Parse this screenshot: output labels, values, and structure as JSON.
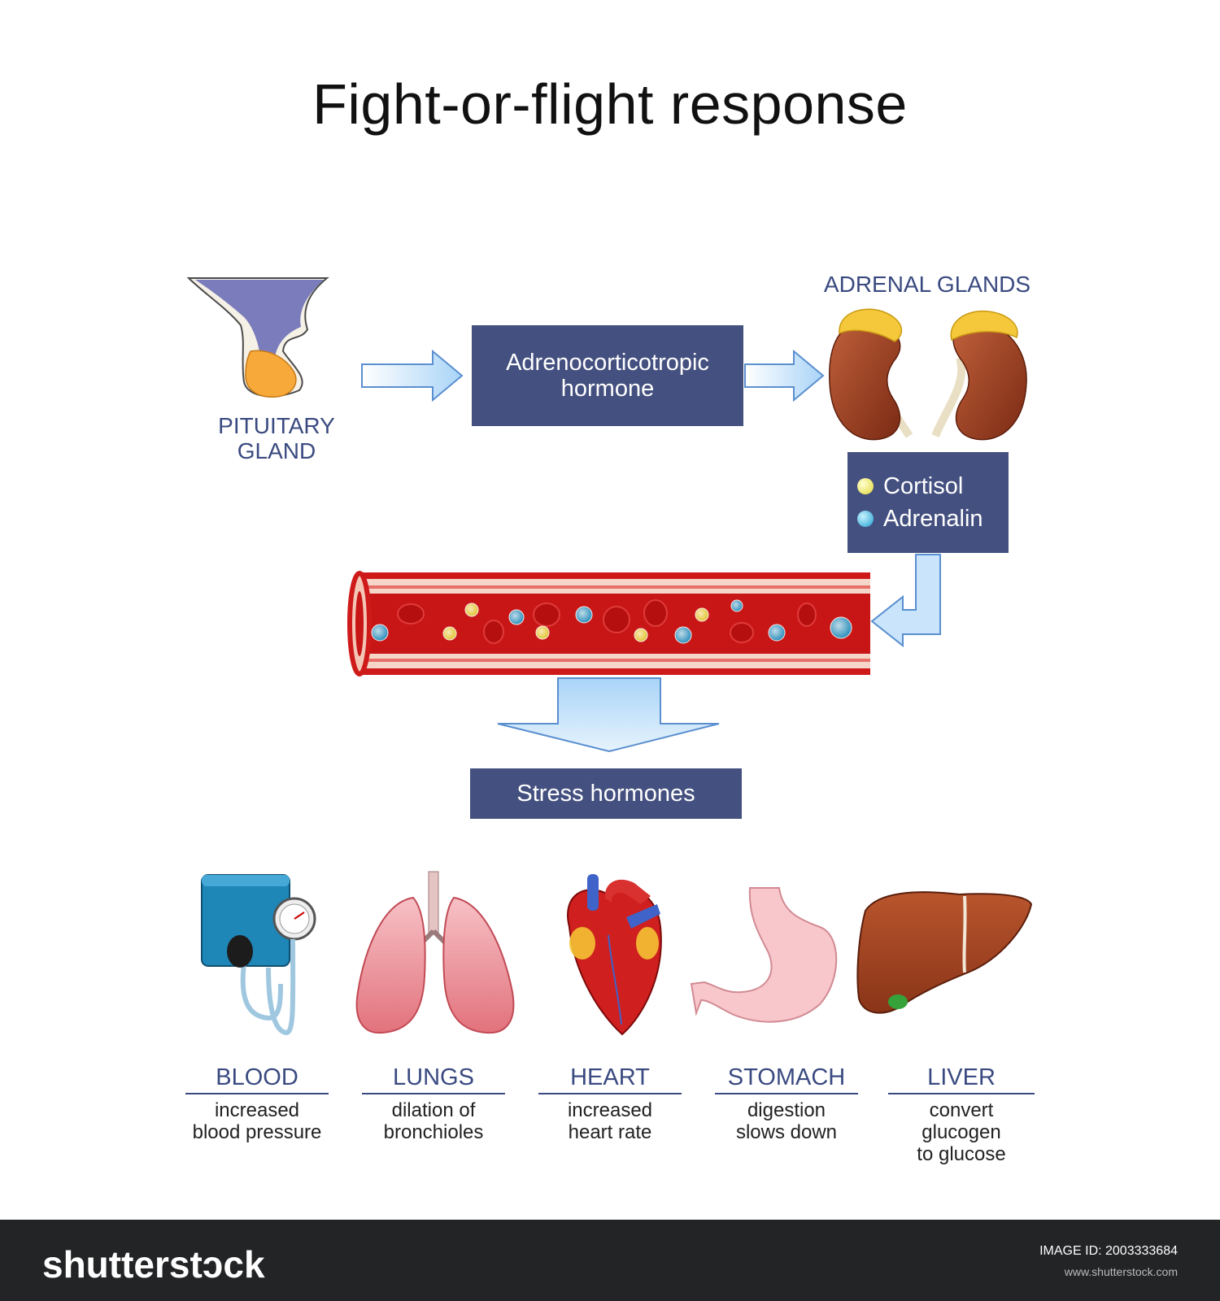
{
  "title": "Fight-or-flight response",
  "pituitary": {
    "label_line1": "PITUITARY",
    "label_line2": "GLAND"
  },
  "acth": {
    "line1": "Adrenocorticotropic",
    "line2": "hormone"
  },
  "adrenal": {
    "label": "ADRENAL GLANDS"
  },
  "hormones": [
    {
      "name": "Cortisol",
      "color": "#f4ef6a"
    },
    {
      "name": "Adrenalin",
      "color": "#33b8e0"
    }
  ],
  "stress_hormones": "Stress hormones",
  "effects": [
    {
      "organ": "BLOOD",
      "line1": "increased",
      "line2": "blood pressure"
    },
    {
      "organ": "LUNGS",
      "line1": "dilation of",
      "line2": "bronchioles"
    },
    {
      "organ": "HEART",
      "line1": "increased",
      "line2": "heart rate"
    },
    {
      "organ": "STOMACH",
      "line1": "digestion",
      "line2": "slows down"
    },
    {
      "organ": "LIVER",
      "line1": "convert glucogen",
      "line2": "to glucose"
    }
  ],
  "footer": {
    "brand": "shutterstɔck",
    "image_id": "IMAGE ID: 2003333684",
    "site": "www.shutterstock.com"
  },
  "colors": {
    "box": "#44507f",
    "label": "#3a4a80",
    "arrow_fill": "#c9e4fb",
    "arrow_stroke": "#5a8fd0",
    "vessel": "#cf1a1a",
    "footer": "#232426"
  }
}
